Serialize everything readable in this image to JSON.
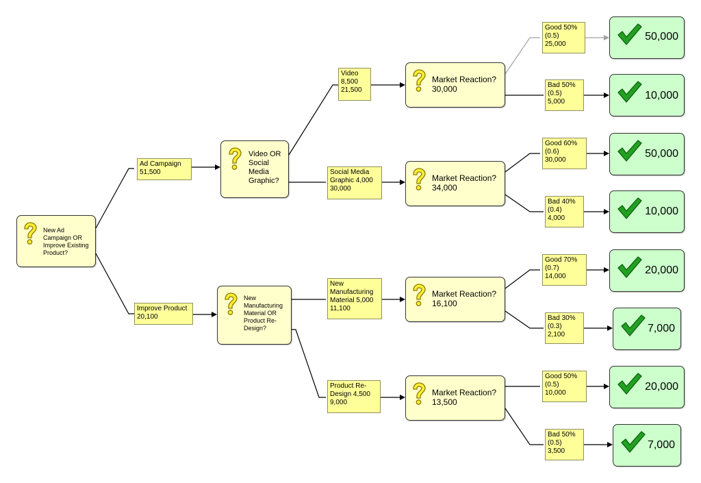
{
  "diagram": {
    "root": {
      "lines": [
        "New Ad",
        "Campaign OR",
        "Improve Existing",
        "Product?"
      ]
    },
    "decisions": {
      "d_video_social": {
        "lines": [
          "Video OR",
          "Social",
          "Media",
          "Graphic?"
        ]
      },
      "d_manufacturing": {
        "lines": [
          "New",
          "Manufacturing",
          "Material OR",
          "Product Re-",
          "Design?"
        ]
      },
      "m_video": {
        "lines": [
          "Market Reaction?",
          "30,000"
        ]
      },
      "m_social": {
        "lines": [
          "Market Reaction?",
          "34,000"
        ]
      },
      "m_material": {
        "lines": [
          "Market Reaction?",
          "16,100"
        ]
      },
      "m_redesign": {
        "lines": [
          "Market Reaction?",
          "13,500"
        ]
      }
    },
    "labels": {
      "l_ad": {
        "lines": [
          "Ad Campaign",
          "51,500"
        ]
      },
      "l_improve": {
        "lines": [
          "Improve Product",
          "20,100"
        ]
      },
      "l_video": {
        "lines": [
          "Video",
          "8,500",
          "21,500"
        ]
      },
      "l_social": {
        "lines": [
          "Social Media",
          "Graphic 4,000",
          "30,000"
        ]
      },
      "l_material": {
        "lines": [
          "New",
          "Manufacturing",
          "Material 5,000",
          "11,100"
        ]
      },
      "l_redesign": {
        "lines": [
          "Product Re-",
          "Design 4,500",
          "9,000"
        ]
      },
      "l_v_good": {
        "lines": [
          "Good 50%",
          "(0.5)",
          "25,000"
        ]
      },
      "l_v_bad": {
        "lines": [
          "Bad 50%",
          "(0.5)",
          "5,000"
        ]
      },
      "l_s_good": {
        "lines": [
          "Good 60%",
          "(0.6)",
          "30,000"
        ]
      },
      "l_s_bad": {
        "lines": [
          "Bad 40%",
          "(0.4)",
          "4,000"
        ]
      },
      "l_m_good": {
        "lines": [
          "Good 70%",
          "(0.7)",
          "14,000"
        ]
      },
      "l_m_bad": {
        "lines": [
          "Bad 30%",
          "(0.3)",
          "2,100"
        ]
      },
      "l_r_good": {
        "lines": [
          "Good 50%",
          "(0.5)",
          "10,000"
        ]
      },
      "l_r_bad": {
        "lines": [
          "Bad 50%",
          "(0.5)",
          "3,500"
        ]
      }
    },
    "outcomes": {
      "o1": {
        "value": "50,000"
      },
      "o2": {
        "value": "10,000"
      },
      "o3": {
        "value": "50,000"
      },
      "o4": {
        "value": "10,000"
      },
      "o5": {
        "value": "20,000"
      },
      "o6": {
        "value": "7,000"
      },
      "o7": {
        "value": "20,000"
      },
      "o8": {
        "value": "7,000"
      }
    },
    "colors": {
      "decision_fill": "#ffffcc",
      "label_fill": "#ffff99",
      "outcome_fill": "#ccffcc",
      "check_green": "#22a022",
      "question_yellow": "#ffee33",
      "highlight_connector": "#a0a0a0"
    },
    "icons": {
      "decision": "question-mark-icon",
      "outcome": "checkmark-icon"
    }
  }
}
